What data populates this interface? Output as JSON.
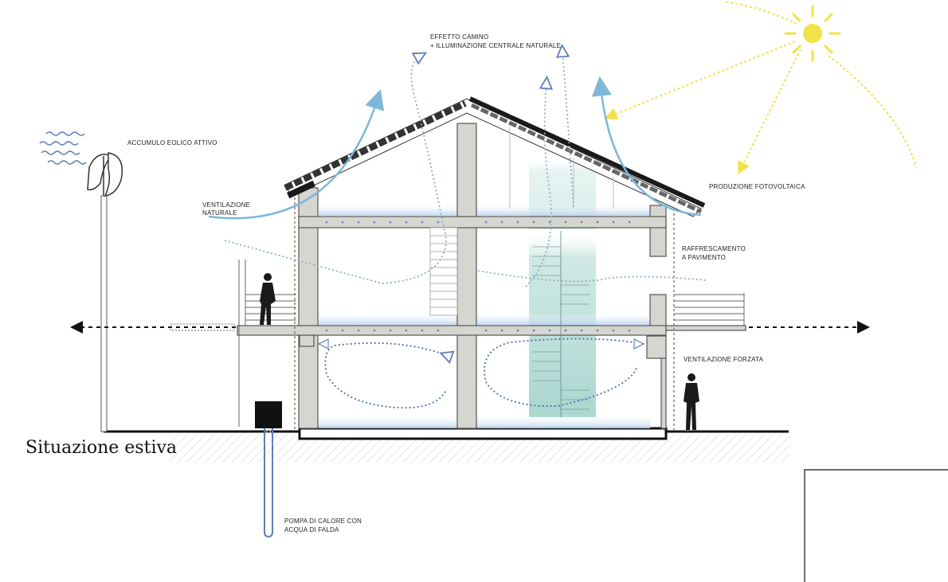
{
  "title": "Situazione estiva",
  "labels": {
    "chimney_line1": "EFFETTO CAMINO",
    "chimney_line2": "+ ILLUMINAZIONE CENTRALE NATURALE",
    "wind": "ACCUMULO EOLICO ATTIVO",
    "natural_vent_line1": "VENTILAZIONE",
    "natural_vent_line2": "NATURALE",
    "pv": "PRODUZIONE FOTOVOLTAICA",
    "floor_cooling_line1": "RAFFRESCAMENTO",
    "floor_cooling_line2": "A PAVIMENTO",
    "forced_vent": "VENTILAZIONE FORZATA",
    "heat_pump_line1": "POMPA DI CALORE CON",
    "heat_pump_line2": "ACQUA DI FALDA"
  },
  "icons": {
    "sun": "sun-icon",
    "wind_turbine": "wind-turbine-icon",
    "person": "person-silhouette-icon",
    "heat_pump": "heat-pump-icon"
  },
  "colors": {
    "sun": "#f2e24a",
    "natural_airflow": "#7fb7d8",
    "forced_airflow": "#4a6fb0",
    "light_shaft": "#a9d7cf",
    "floor_cooling": "#c7dcf0",
    "wall": "#d6d6d0",
    "structure": "#1a1a1a"
  }
}
